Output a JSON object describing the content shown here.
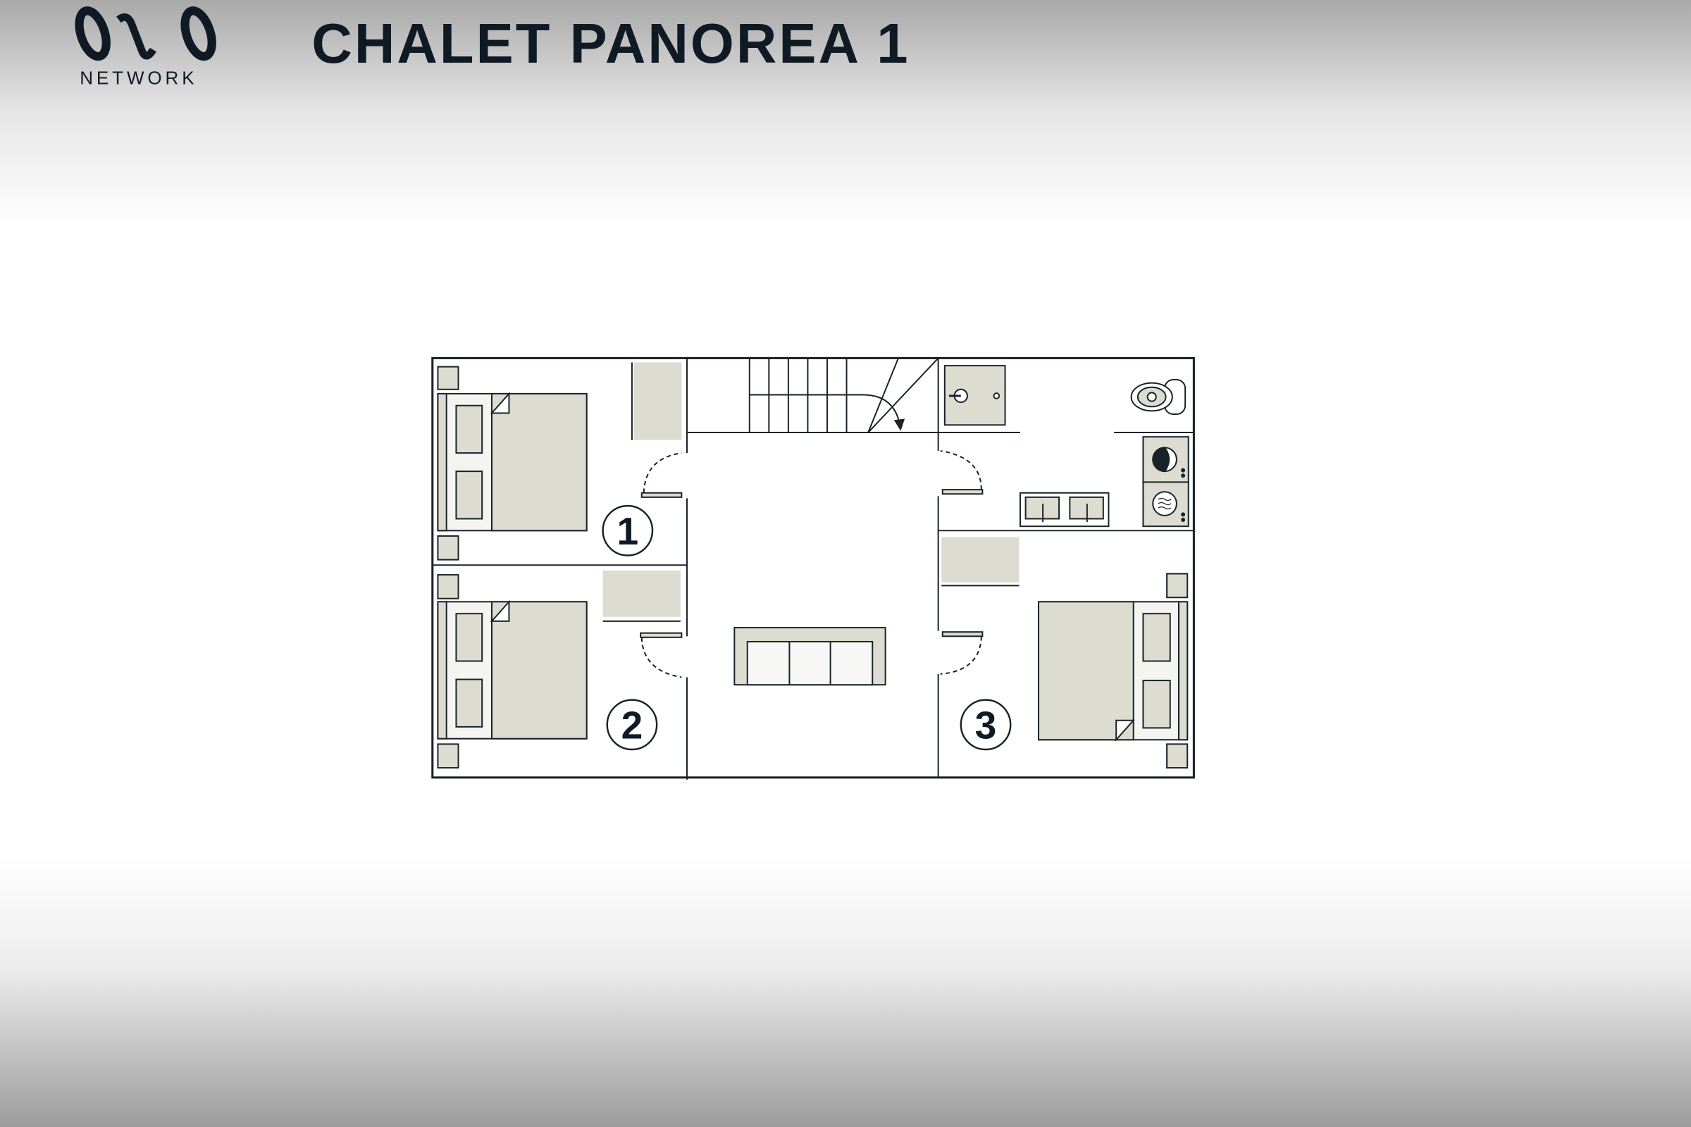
{
  "header": {
    "logo_text": "ONO",
    "logo_subtitle": "NETWORK",
    "title": "CHALET PANOREA 1"
  },
  "floorplan": {
    "rooms": [
      {
        "label": "1"
      },
      {
        "label": "2"
      },
      {
        "label": "3"
      }
    ]
  },
  "colors": {
    "ink": "#0f1a24",
    "furniture": "#dcddd0"
  }
}
